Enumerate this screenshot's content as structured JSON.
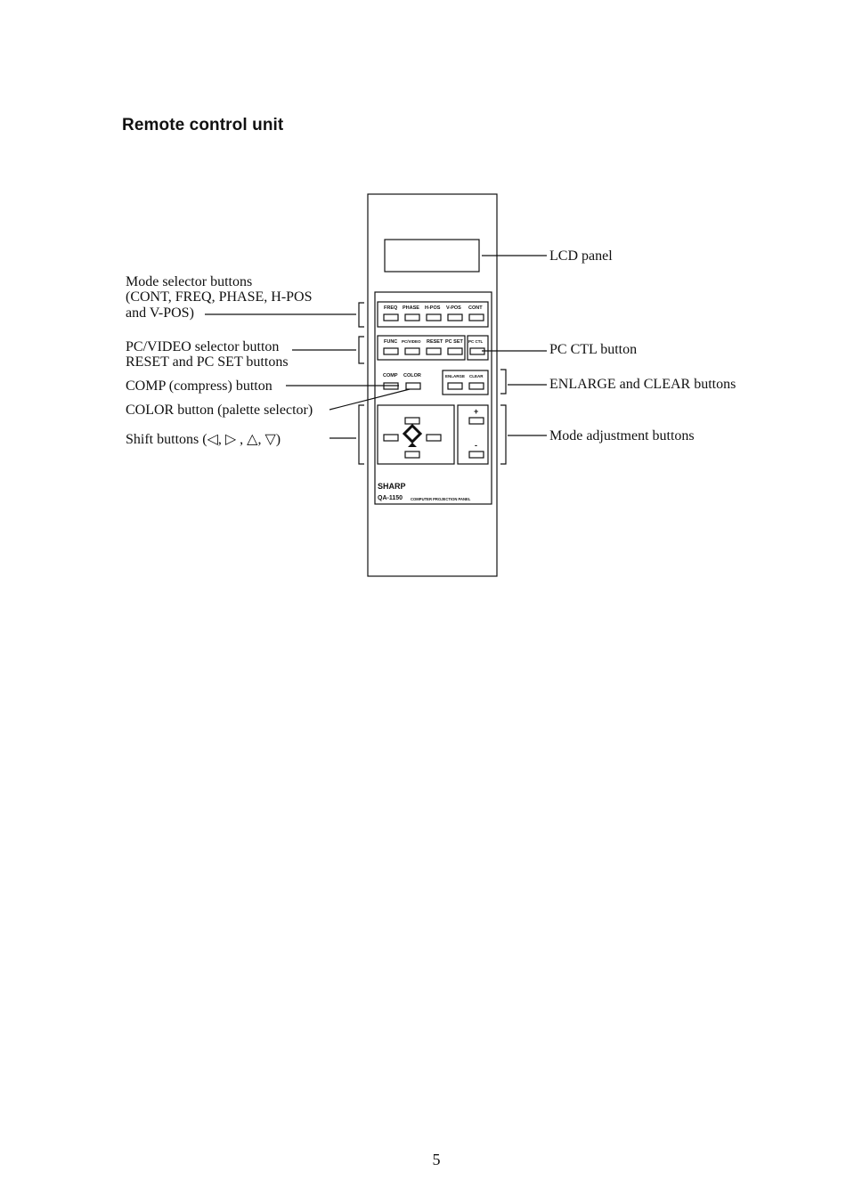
{
  "heading": "Remote control unit",
  "page_number": "5",
  "labels": {
    "lcd_panel": "LCD panel",
    "mode_selector_1": "Mode selector buttons",
    "mode_selector_2": "(CONT, FREQ, PHASE, H-POS",
    "mode_selector_3": "and V-POS)",
    "pcvideo": "PC/VIDEO selector button",
    "reset_pcset": "RESET and PC SET buttons",
    "pc_ctl": "PC CTL button",
    "comp": "COMP (compress) button",
    "enlarge_clear": "ENLARGE and CLEAR buttons",
    "color": "COLOR button (palette selector)",
    "shift": "Shift buttons (◁, ▷ , △, ▽)",
    "mode_adjust": "Mode adjustment buttons"
  },
  "remote": {
    "row1": [
      "FREQ",
      "PHASE",
      "H-POS",
      "V-POS",
      "CONT"
    ],
    "row2": [
      "FUNC",
      "PC/VIDEO",
      "RESET",
      "PC SET"
    ],
    "pc_ctl": "PC CTL",
    "comp": "COMP",
    "color": "COLOR",
    "enlarge": "ENLARGE",
    "clear": "CLEAR",
    "plus": "+",
    "minus": "-",
    "brand": "SHARP",
    "model": "QA-1150",
    "model_desc": "COMPUTER PROJECTION PANEL"
  }
}
